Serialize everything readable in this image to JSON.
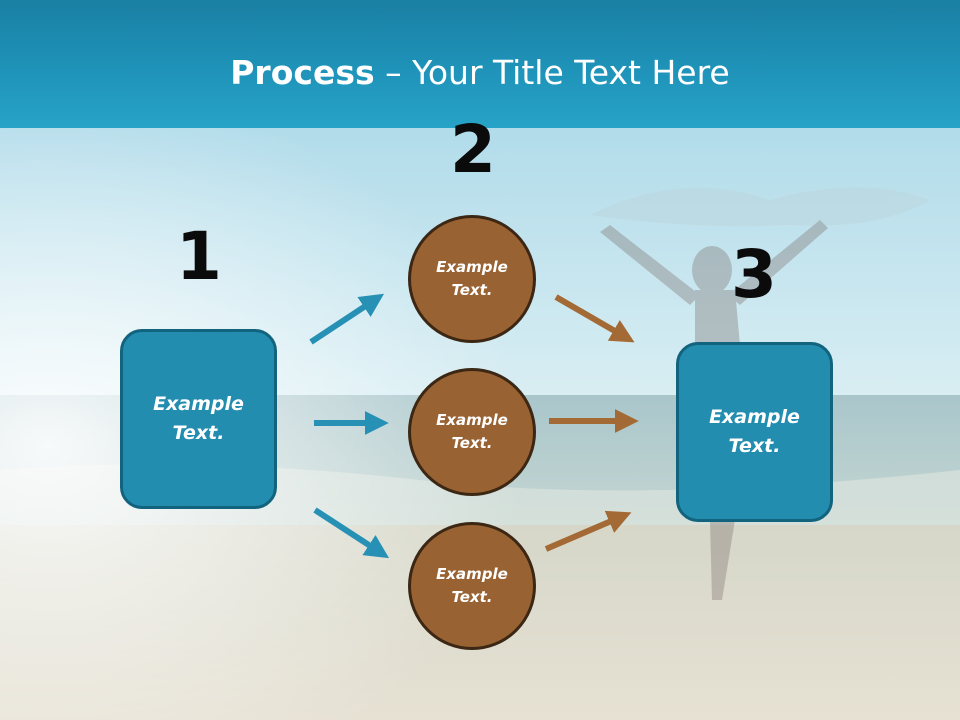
{
  "slide": {
    "title_bold": "Process",
    "title_rest": " – Your Title Text Here",
    "steps": [
      {
        "number": "1",
        "text": "Example\nText."
      },
      {
        "number": "2",
        "text": "Example\nText."
      },
      {
        "number": "3",
        "text": "Example\nText."
      }
    ],
    "circles": [
      {
        "text": "Example\nText."
      },
      {
        "text": "Example\nText."
      },
      {
        "text": "Example\nText."
      }
    ]
  },
  "colors": {
    "header": "#1f93b9",
    "box_fill": "#238db0",
    "circle_fill": "#996232",
    "arrow_blue": "#2691b5",
    "arrow_brown": "#a36a35"
  }
}
